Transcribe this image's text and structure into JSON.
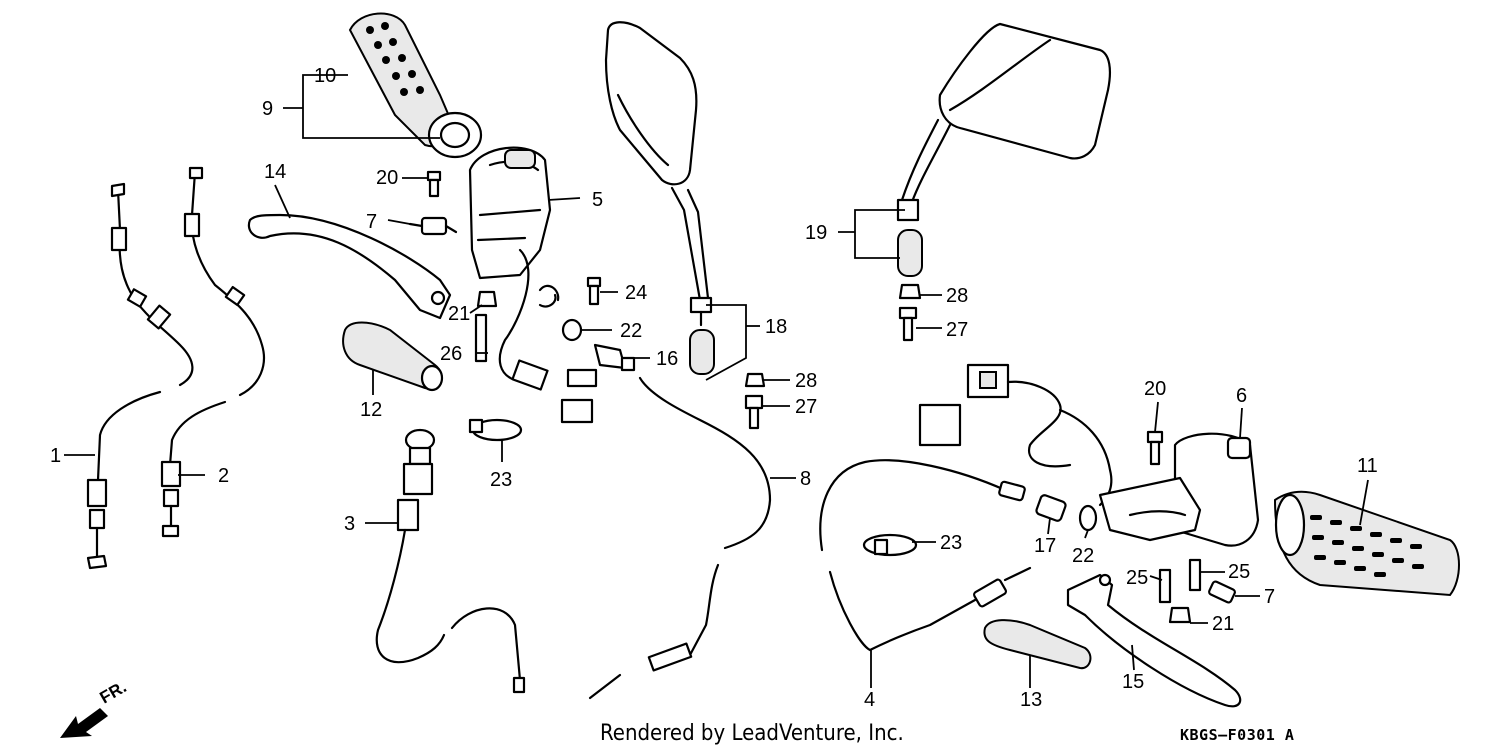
{
  "callouts": {
    "c1": "1",
    "c2": "2",
    "c3": "3",
    "c4": "4",
    "c5": "5",
    "c6": "6",
    "c7a": "7",
    "c7b": "7",
    "c8": "8",
    "c9": "9",
    "c10": "10",
    "c11": "11",
    "c12": "12",
    "c13": "13",
    "c14": "14",
    "c15": "15",
    "c16": "16",
    "c17": "17",
    "c18": "18",
    "c19": "19",
    "c20a": "20",
    "c20b": "20",
    "c21a": "21",
    "c21b": "21",
    "c22a": "22",
    "c22b": "22",
    "c23a": "23",
    "c23b": "23",
    "c24": "24",
    "c25a": "25",
    "c25b": "25",
    "c26": "26",
    "c27a": "27",
    "c27b": "27",
    "c28a": "28",
    "c28b": "28"
  },
  "footer": {
    "credit": "Rendered by LeadVenture, Inc.",
    "diagram_code": "KBGS–F0301 A",
    "direction_label": "FR."
  }
}
